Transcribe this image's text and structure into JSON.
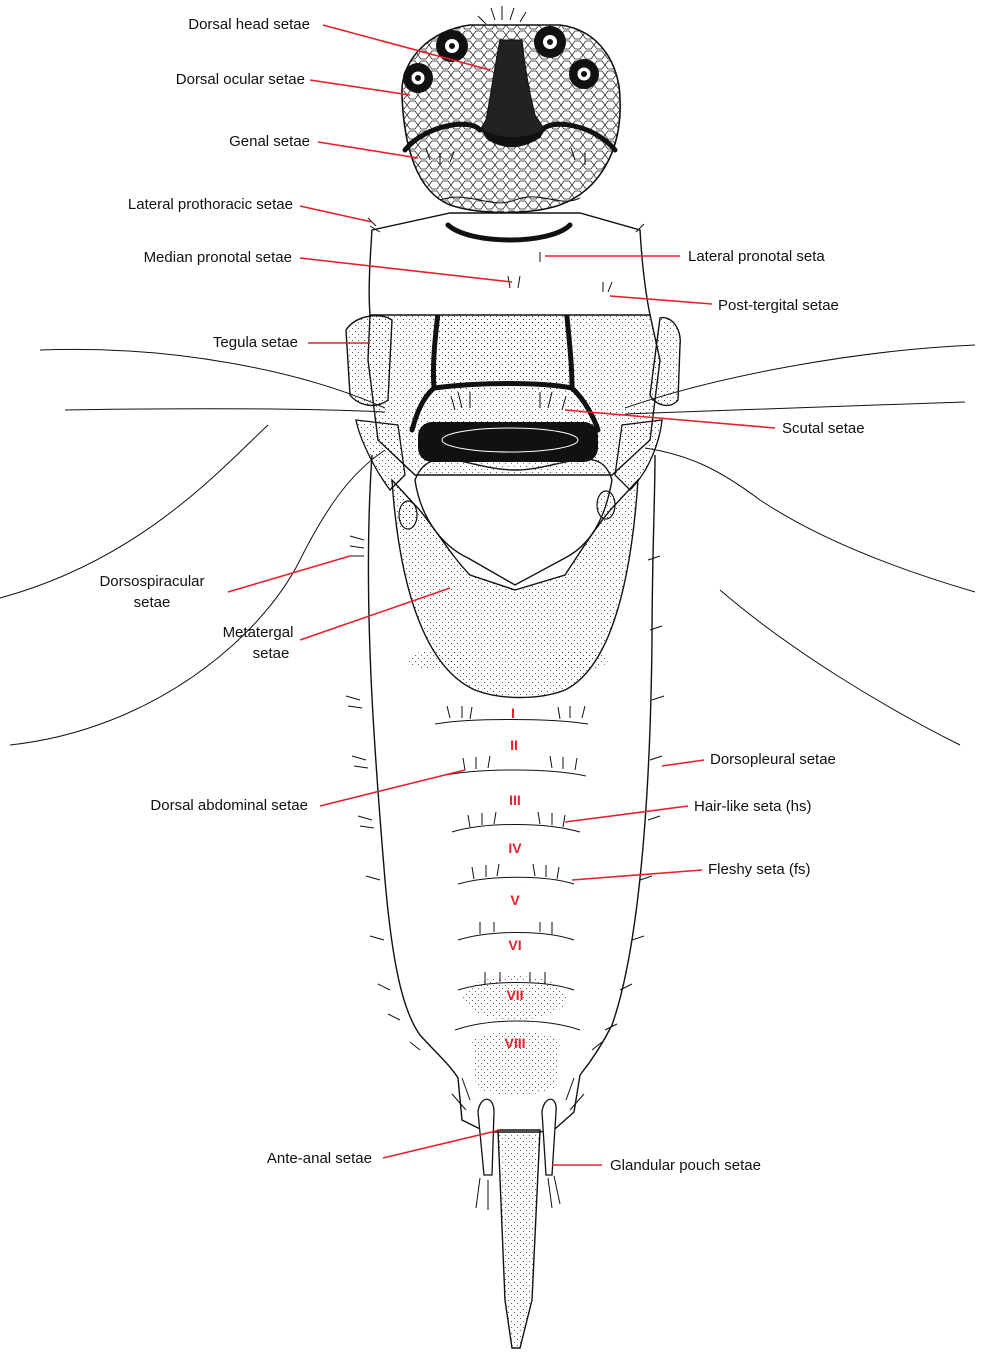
{
  "colors": {
    "ink": "#111111",
    "leader": "#e8202a",
    "segment_label": "#e8202a",
    "background": "#ffffff"
  },
  "labels": {
    "dorsal_head": "Dorsal head setae",
    "dorsal_ocular": "Dorsal ocular setae",
    "genal": "Genal setae",
    "lateral_prothoracic": "Lateral prothoracic setae",
    "median_pronotal": "Median pronotal setae",
    "lateral_pronotal": "Lateral pronotal seta",
    "post_tergital": "Post-tergital setae",
    "tegula": "Tegula setae",
    "scutal": "Scutal setae",
    "dorsospiracular_line1": "Dorsospiracular",
    "dorsospiracular_line2": "setae",
    "metatergal_line1": "Metatergal",
    "metatergal_line2": "setae",
    "dorsopleural": "Dorsopleural setae",
    "dorsal_abdominal": "Dorsal abdominal setae",
    "hair_like": "Hair-like seta (hs)",
    "fleshy": "Fleshy seta (fs)",
    "ante_anal": "Ante-anal setae",
    "glandular_pouch": "Glandular pouch setae"
  },
  "segments": [
    "I",
    "II",
    "III",
    "IV",
    "V",
    "VI",
    "VII",
    "VIII"
  ]
}
